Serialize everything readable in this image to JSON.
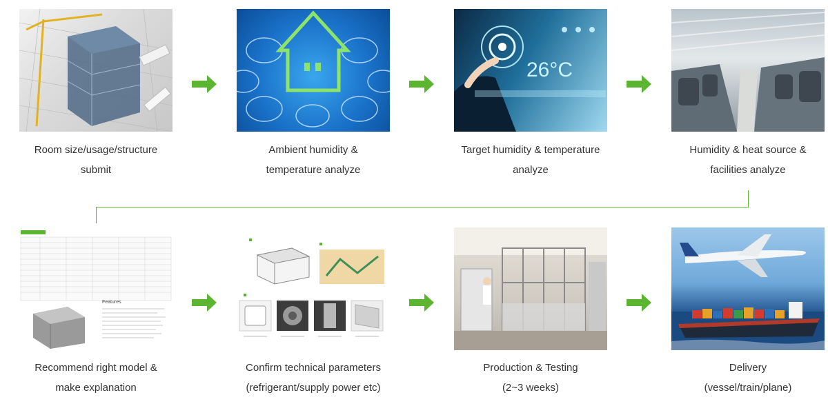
{
  "steps": [
    {
      "caption_line1": "Room size/usage/structure",
      "caption_line2": "submit"
    },
    {
      "caption_line1": "Ambient humidity &",
      "caption_line2": "temperature analyze"
    },
    {
      "caption_line1": "Target humidity & temperature",
      "caption_line2": "analyze"
    },
    {
      "caption_line1": "Humidity & heat source &",
      "caption_line2": "facilities analyze"
    },
    {
      "caption_line1": "Recommend right model &",
      "caption_line2": "make explanation"
    },
    {
      "caption_line1": "Confirm technical parameters",
      "caption_line2": "(refrigerant/supply power etc)"
    },
    {
      "caption_line1": "Production & Testing",
      "caption_line2": "(2~3 weeks)"
    },
    {
      "caption_line1": "Delivery",
      "caption_line2": "(vessel/train/plane)"
    }
  ],
  "image_text": {
    "temperature_display": "26°C",
    "model_section_heading": "Features"
  },
  "colors": {
    "arrow": "#5cb531",
    "connector": "#5cb531",
    "caption_text": "#333333"
  },
  "icons": {
    "arrow": "right-arrow-icon"
  }
}
